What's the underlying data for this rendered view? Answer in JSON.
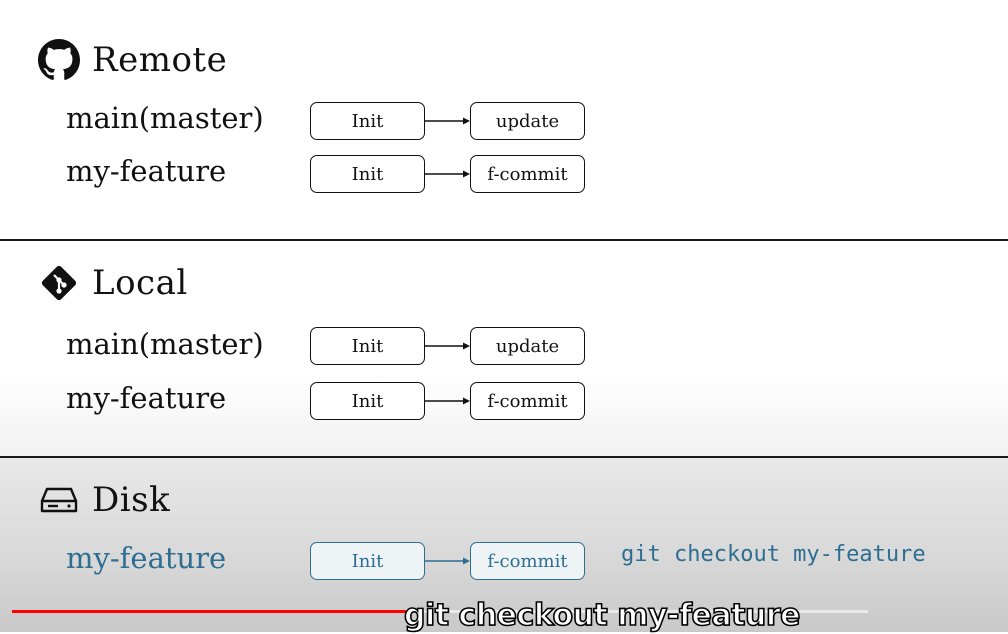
{
  "remote": {
    "title": "Remote",
    "icon": "github-icon",
    "branches": [
      {
        "name": "main(master)",
        "commits": [
          "Init",
          "update"
        ]
      },
      {
        "name": "my-feature",
        "commits": [
          "Init",
          "f-commit"
        ]
      }
    ]
  },
  "local": {
    "title": "Local",
    "icon": "git-icon",
    "branches": [
      {
        "name": "main(master)",
        "commits": [
          "Init",
          "update"
        ]
      },
      {
        "name": "my-feature",
        "commits": [
          "Init",
          "f-commit"
        ]
      }
    ]
  },
  "disk": {
    "title": "Disk",
    "icon": "hard-drive-icon",
    "branch": {
      "name": "my-feature",
      "commits": [
        "Init",
        "f-commit"
      ]
    },
    "command": "git checkout my-feature",
    "accent_color": "#2d6e92"
  },
  "video": {
    "caption": "git checkout my-feature",
    "progress_fraction": 0.46,
    "progress_color": "#ff0000"
  }
}
